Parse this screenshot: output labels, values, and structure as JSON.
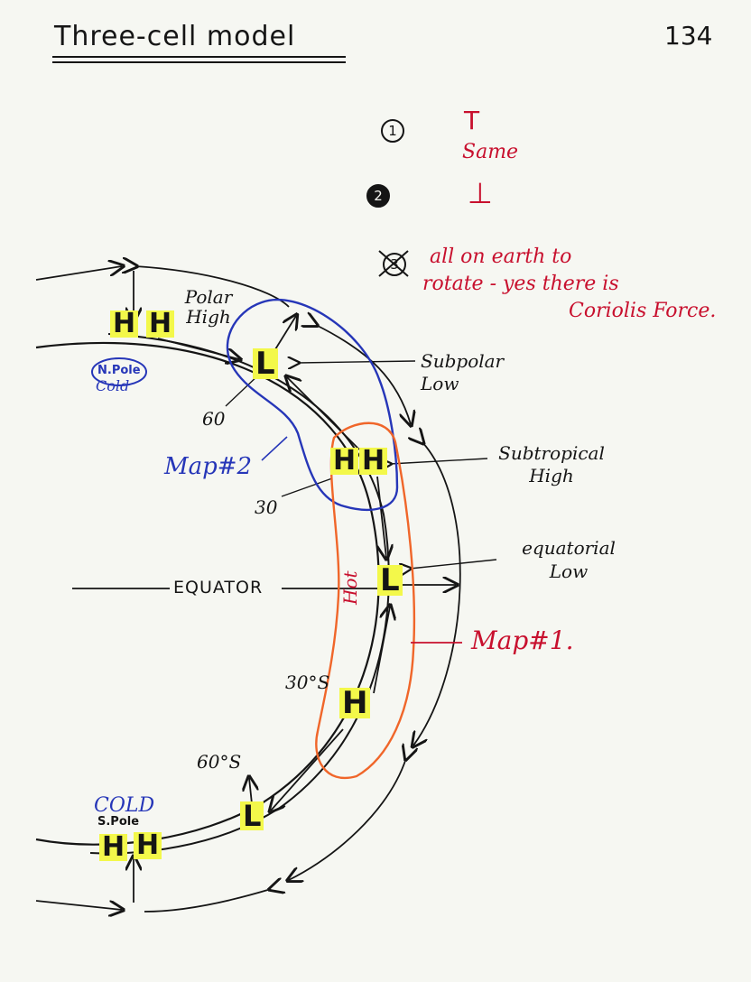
{
  "title": "Three-cell model",
  "page_number": "134",
  "notes": {
    "item1_number": "1",
    "item1_symbol": "T",
    "item1_text": "Same",
    "item2_number": "2",
    "item2_symbol": "⊥",
    "item3_number": "3",
    "item3_text_line1": "all on earth to",
    "item3_text_line2": "rotate - yes there is",
    "item3_text_line3": "Coriolis Force."
  },
  "labels": {
    "polar_high": "Polar High",
    "subpolar_low": "Subpolar Low",
    "subtropical_high": "Subtropical High",
    "equatorial_low": "equatorial Low",
    "north_pole": "N.Pole",
    "cold_north": "Cold",
    "cold_south": "COLD",
    "south_pole": "S.Pole",
    "lat_60": "60",
    "lat_30": "30",
    "lat_30s": "30°S",
    "lat_60s": "60°S",
    "equator": "EQUATOR",
    "hot": "Hot",
    "map1": "Map#1.",
    "map2": "Map#2"
  },
  "pressure_symbols": {
    "high": "H",
    "low": "L"
  },
  "colors": {
    "ink": "#151515",
    "red": "#c8102e",
    "blue": "#2636b8",
    "orange": "#f0662a",
    "highlight": "#f3f84a"
  }
}
